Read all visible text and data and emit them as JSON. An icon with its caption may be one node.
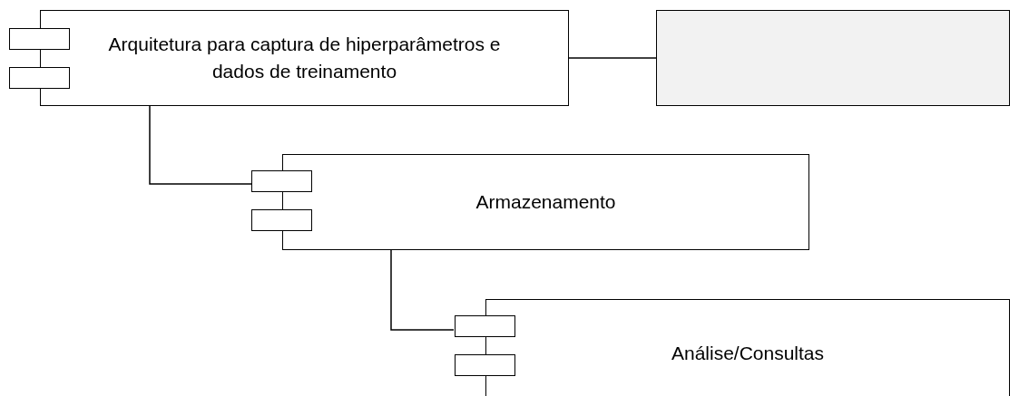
{
  "diagram": {
    "nodes": [
      {
        "text": [
          "Arquitetura para captura de hiperparâmetros e dados de treinamento"
        ]
      },
      {
        "text": [],
        "shape": "box"
      },
      {
        "text": [
          "Armazenamento"
        ]
      },
      {
        "text": [
          "Análise/Consultas"
        ]
      }
    ],
    "edges": [
      {
        "from": 0,
        "to": 1,
        "arrow": "none"
      },
      {
        "from": 0,
        "to": 2,
        "arrow": "none"
      },
      {
        "from": 2,
        "to": 3,
        "arrow": "none"
      }
    ]
  }
}
